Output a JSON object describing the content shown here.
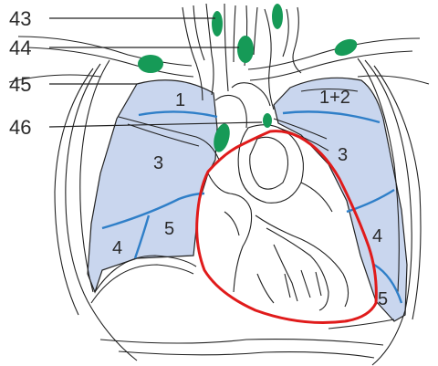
{
  "colors": {
    "lung_fill": "#c9d6ee",
    "segment_line": "#2f7fc8",
    "heart_outline": "#e01b1b",
    "lymph_node": "#169a57",
    "anatomy_line": "#222222",
    "background": "#ffffff"
  },
  "callouts": [
    {
      "id": "c43",
      "label": "43"
    },
    {
      "id": "c44",
      "label": "44"
    },
    {
      "id": "c45",
      "label": "45"
    },
    {
      "id": "c46",
      "label": "46"
    }
  ],
  "regions": [
    {
      "id": "r-right-1",
      "label": "1"
    },
    {
      "id": "r-right-3",
      "label": "3"
    },
    {
      "id": "r-right-4",
      "label": "4"
    },
    {
      "id": "r-right-5",
      "label": "5"
    },
    {
      "id": "r-left-12",
      "label": "1+2"
    },
    {
      "id": "r-left-3",
      "label": "3"
    },
    {
      "id": "r-left-4",
      "label": "4"
    },
    {
      "id": "r-left-5",
      "label": "5"
    }
  ]
}
